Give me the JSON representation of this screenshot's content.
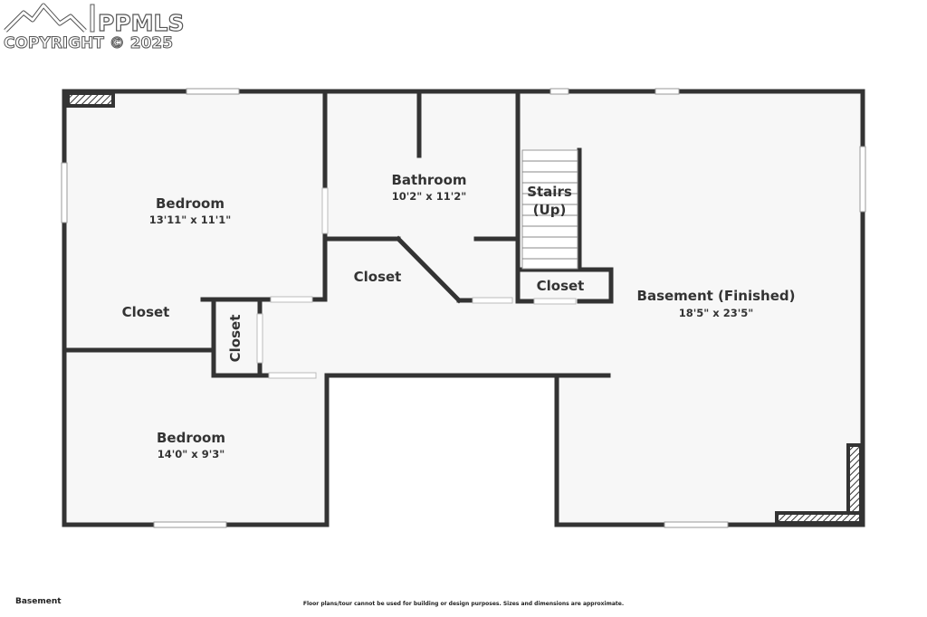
{
  "watermark": {
    "brand": "PPMLS",
    "copyright": "COPYRIGHT © 2025"
  },
  "rooms": {
    "bedroom_top": {
      "name": "Bedroom",
      "dims": "13'11\" x 11'1\""
    },
    "bathroom": {
      "name": "Bathroom",
      "dims": "10'2\" x 11'2\""
    },
    "stairs": {
      "line1": "Stairs",
      "line2": "(Up)"
    },
    "closet_center": {
      "name": "Closet"
    },
    "closet_stairs": {
      "name": "Closet"
    },
    "closet_bedroom": {
      "name": "Closet"
    },
    "closet_small": {
      "name": "Closet"
    },
    "basement": {
      "name": "Basement (Finished)",
      "dims": "18'5\" x 23'5\""
    },
    "bedroom_bottom": {
      "name": "Bedroom",
      "dims": "14'0\" x 9'3\""
    }
  },
  "footer": {
    "level_label": "Basement",
    "disclaimer": "Floor plans/tour cannot be used for building or design purposes. Sizes and dimensions are approximate."
  },
  "colors": {
    "wall": "#333333",
    "floor": "#f7f7f7",
    "window": "#ffffff",
    "watermark": "#ffffff"
  }
}
